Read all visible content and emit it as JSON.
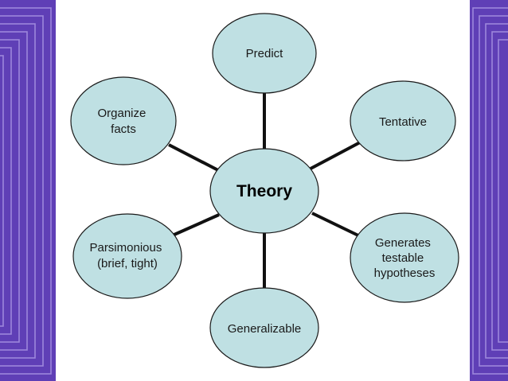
{
  "diagram": {
    "center": {
      "label": "Theory"
    },
    "nodes": [
      {
        "id": "predict",
        "lines": [
          "Predict"
        ]
      },
      {
        "id": "tentative",
        "lines": [
          "Tentative"
        ]
      },
      {
        "id": "generates-testable-hypotheses",
        "lines": [
          "Generates",
          "testable",
          "hypotheses"
        ]
      },
      {
        "id": "generalizable",
        "lines": [
          "Generalizable"
        ]
      },
      {
        "id": "parsimonious",
        "lines": [
          "Parsimonious",
          "(brief, tight)"
        ]
      },
      {
        "id": "organize-facts",
        "lines": [
          "Organize",
          "facts"
        ]
      }
    ]
  },
  "colors": {
    "frame": "#5f3fb6",
    "frame_line": "#9c87dc",
    "node_fill": "#bfe0e3",
    "node_stroke": "#1a1a1a",
    "connector": "#111111"
  }
}
